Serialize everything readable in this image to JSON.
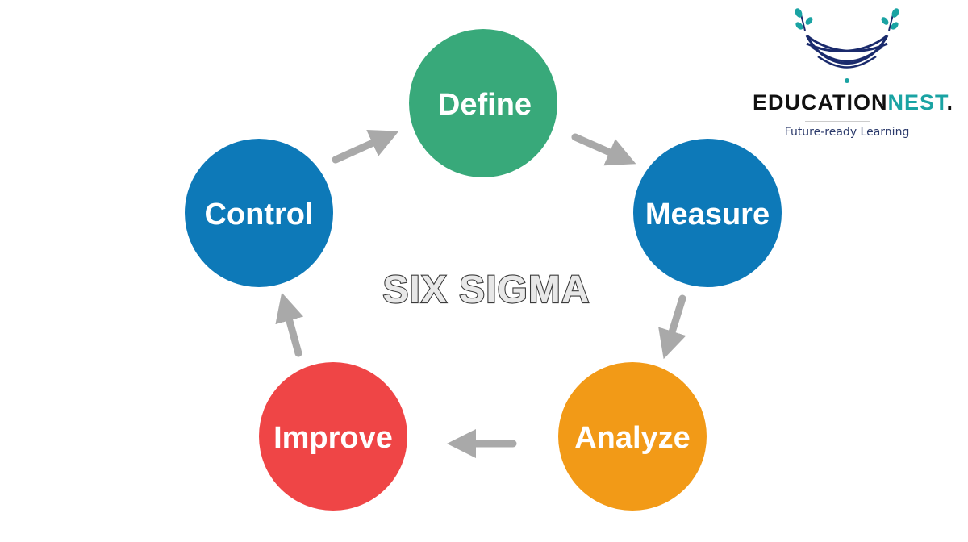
{
  "center_title": "SIX SIGMA",
  "phases": [
    {
      "label": "Define",
      "color": "#38a97a"
    },
    {
      "label": "Measure",
      "color": "#0d79b8"
    },
    {
      "label": "Analyze",
      "color": "#f29a17"
    },
    {
      "label": "Improve",
      "color": "#ef4546"
    },
    {
      "label": "Control",
      "color": "#0d79b8"
    }
  ],
  "arrow_color": "#a9a9a9",
  "logo": {
    "word_part1": "EDUCATION",
    "word_part2": "NEST",
    "word_dot": ".",
    "tagline": "Future-ready Learning",
    "primary_color": "#1a2a6c",
    "accent_color": "#1aa3a3"
  }
}
